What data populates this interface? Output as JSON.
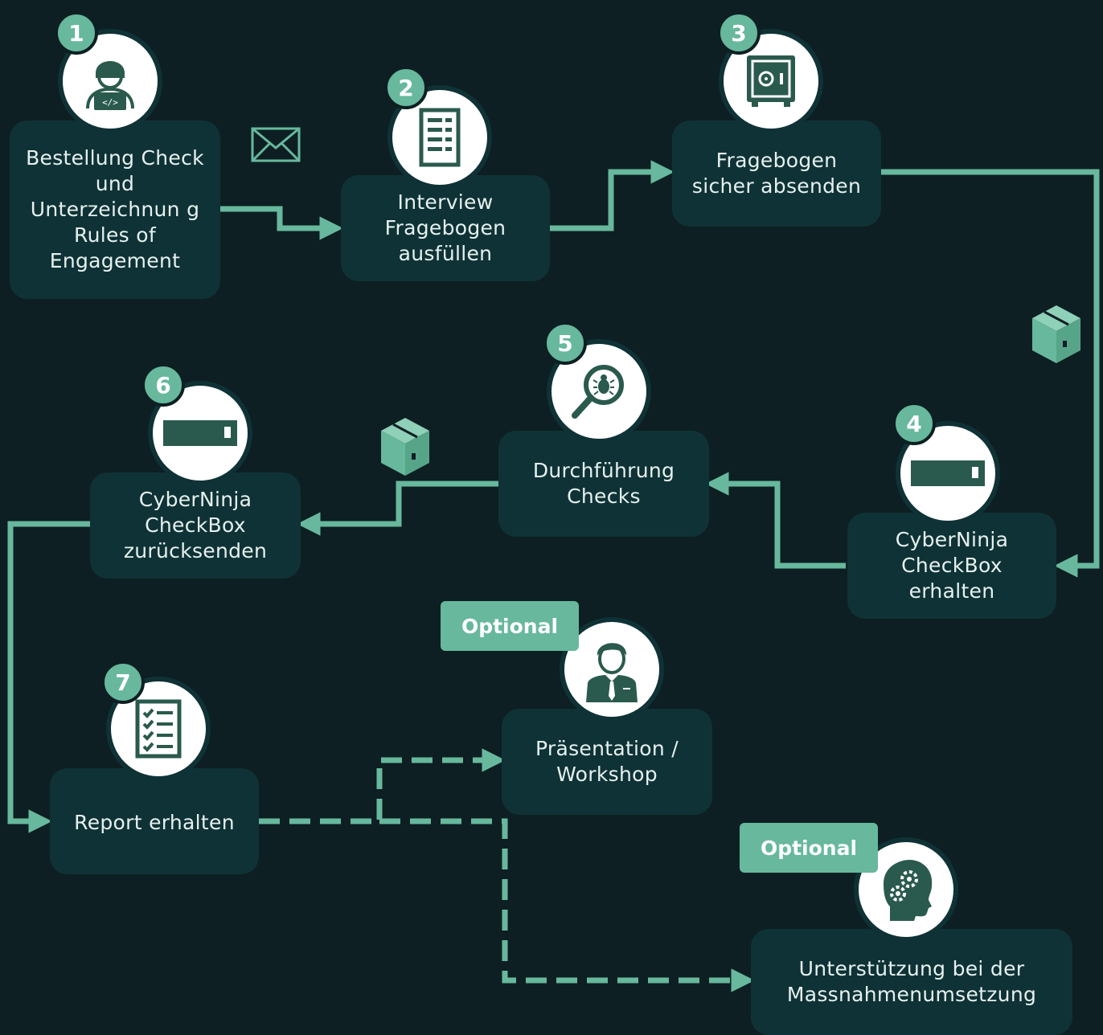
{
  "colors": {
    "background": "#0d1f22",
    "box": "#0f3236",
    "accent": "#67b89d",
    "text": "#e6f1ee"
  },
  "steps": [
    {
      "badge": "1",
      "label": "Bestellung Check und Unterzeichnun g Rules of Engagement",
      "icon": "developer-laptop-icon"
    },
    {
      "badge": "2",
      "label": "Interview Fragebogen ausfüllen",
      "icon": "form-document-icon"
    },
    {
      "badge": "3",
      "label": "Fragebogen sicher absenden",
      "icon": "safe-icon"
    },
    {
      "badge": "4",
      "label": "CyberNinja CheckBox erhalten",
      "icon": "server-device-icon"
    },
    {
      "badge": "5",
      "label": "Durchführung Checks",
      "icon": "bug-magnifier-icon"
    },
    {
      "badge": "6",
      "label": "CyberNinja CheckBox zurücksenden",
      "icon": "server-device-icon"
    },
    {
      "badge": "7",
      "label": "Report erhalten",
      "icon": "checklist-icon"
    }
  ],
  "optional_steps": [
    {
      "tag": "Optional",
      "label": "Präsentation / Workshop",
      "icon": "businessman-icon"
    },
    {
      "tag": "Optional",
      "label": "Unterstützung bei der Massnahmenumsetzung",
      "icon": "head-gears-icon"
    }
  ],
  "decorations": [
    "envelope-icon",
    "package-icon",
    "package-icon"
  ]
}
